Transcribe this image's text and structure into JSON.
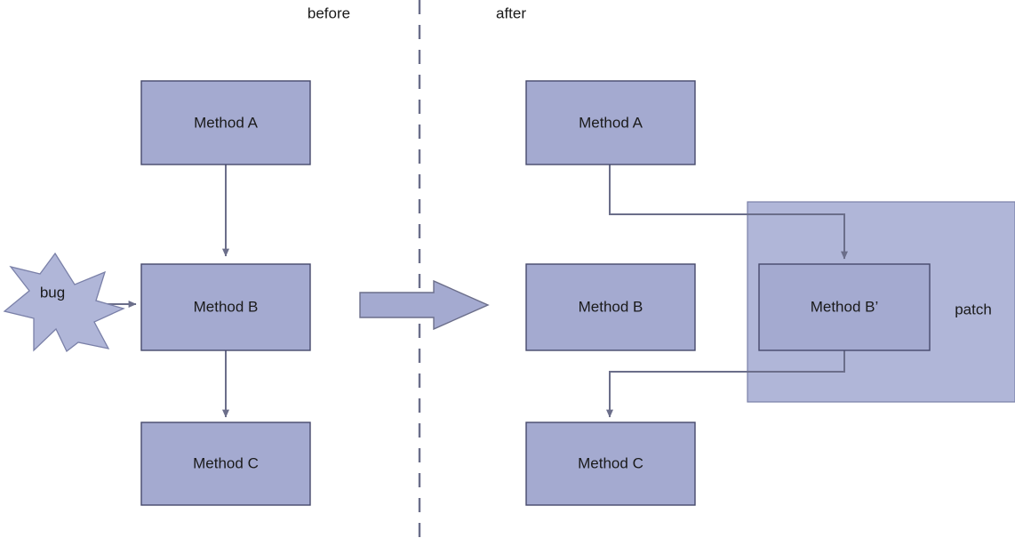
{
  "diagram": {
    "title_before": "before",
    "title_after": "after",
    "colors": {
      "node_fill": "#a4aad0",
      "node_stroke": "#46496b",
      "patch_fill": "#b0b6d8",
      "patch_stroke": "#7a80a8",
      "connector": "#6b6e8a",
      "divider": "#6b6e8a",
      "big_arrow_fill": "#a4aad0",
      "big_arrow_stroke": "#6b6e8a",
      "bug_fill": "#b0b6d8",
      "bug_stroke": "#7a80a8",
      "text": "#1a1a1a",
      "background": "#ffffff"
    },
    "before": {
      "nodes": [
        {
          "id": "a",
          "label": "Method A"
        },
        {
          "id": "b",
          "label": "Method B"
        },
        {
          "id": "c",
          "label": "Method C"
        }
      ],
      "annotation": {
        "id": "bug",
        "label": "bug",
        "shape": "explosion-star-7"
      },
      "edges": [
        {
          "from": "a",
          "to": "b"
        },
        {
          "from": "b",
          "to": "c"
        },
        {
          "from": "bug",
          "to": "b"
        }
      ]
    },
    "after": {
      "nodes": [
        {
          "id": "a2",
          "label": "Method A"
        },
        {
          "id": "b2",
          "label": "Method B"
        },
        {
          "id": "c2",
          "label": "Method C"
        },
        {
          "id": "bprime",
          "label": "Method B’"
        }
      ],
      "group": {
        "id": "patch",
        "label": "patch"
      },
      "edges": [
        {
          "from": "a2",
          "to": "bprime"
        },
        {
          "from": "bprime",
          "to": "c2"
        }
      ]
    },
    "transition": {
      "id": "transform-arrow",
      "direction": "right"
    },
    "divider": {
      "id": "before-after-divider",
      "style": "dashed-vertical"
    }
  }
}
